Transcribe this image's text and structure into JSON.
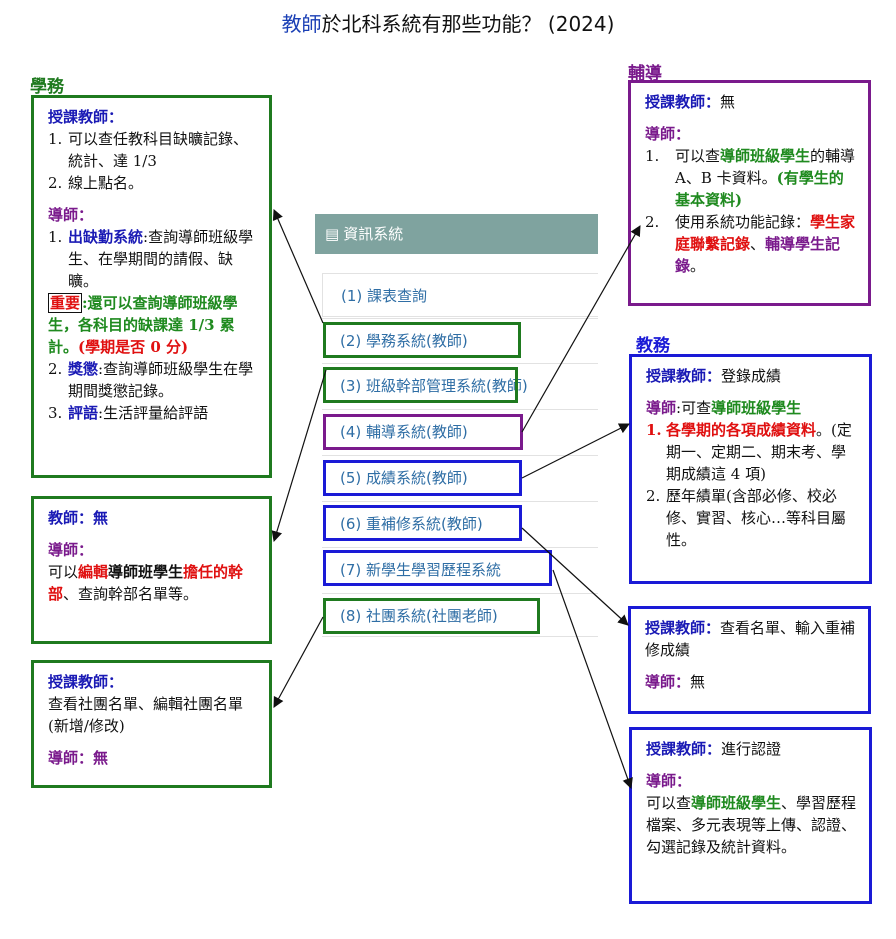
{
  "title": {
    "highlight": "教師",
    "rest": "於北科系統有那些功能？ (2024)"
  },
  "sections": {
    "xuewu": "學務",
    "fudao": "輔導",
    "jiaowu": "教務"
  },
  "panel": {
    "header": "資訊系統",
    "items": [
      "(1) 課表查詢",
      "(2) 學務系統(教師)",
      "(3) 班級幹部管理系統(教師)",
      "(4) 輔導系統(教師)",
      "(5) 成績系統(教師)",
      "(6) 重補修系統(教師)",
      "(7) 新學生學習歷程系統",
      "(8) 社團系統(社團老師)"
    ]
  },
  "box_xuewu": {
    "h1": "授課教師：",
    "l1": [
      "1.",
      "可以查任教科目缺曠記錄、統計、達 1/3"
    ],
    "l2": [
      "2.",
      "線上點名。"
    ],
    "h2": "導師：",
    "m1_num": "1.",
    "m1_a": "出缺勤系統",
    "m1_b": ":查詢導師班級學生、在學期間的請假、缺曠。",
    "imp_tag": "重要",
    "imp_a": ":還可以查詢導師班級學生，各科目的缺課達 1/3 累計。",
    "imp_b": "(學期是否 0 分)",
    "m2_num": "2.",
    "m2_a": "獎懲",
    "m2_b": ":查詢導師班級學生在學期間獎懲記錄。",
    "m3_num": "3.",
    "m3_a": "評語",
    "m3_b": ":生活評量給評語"
  },
  "box_cadre": {
    "h1": "教師：無",
    "h2": "導師：",
    "t1": "可以",
    "t2": "編輯",
    "t3": "導師班學生",
    "t4": "擔任的幹部",
    "t5": "、查詢幹部名單等。"
  },
  "box_club": {
    "h1": "授課教師：",
    "body": "查看社團名單、編輯社團名單(新增/修改)",
    "h2": "導師：無"
  },
  "box_fudao": {
    "h1a": "授課教師：",
    "h1b": "無",
    "h2": "導師：",
    "l1_num": "1.",
    "l1_a": "可以查",
    "l1_b": "導師班級學生",
    "l1_c": "的輔導 A、B 卡資料。",
    "l1_d": "(有學生的基本資料)",
    "l2_num": "2.",
    "l2_a": "使用系統功能記錄：",
    "l2_b": "學生家庭聯繫記錄",
    "l2_c": "、",
    "l2_d": "輔導學生記錄",
    "l2_e": "。"
  },
  "box_grade": {
    "h1a": "授課教師：",
    "h1b": "登錄成績",
    "h2a": "導師",
    "h2b": ":可查",
    "h2c": "導師班級學生",
    "l1_num": "1.",
    "l1_a": "各學期的各項成績資料",
    "l1_b": "。(定期一、定期二、期末考、學期成績這 4 項)",
    "l2_num": "2.",
    "l2_a": "歷年績單(含部必修、校必修、實習、核心…等科目屬性。"
  },
  "box_makeup": {
    "h1a": "授課教師：",
    "h1b": "查看名單、輸入重補修成績",
    "h2a": "導師：",
    "h2b": "無"
  },
  "box_portfolio": {
    "h1a": "授課教師：",
    "h1b": "進行認證",
    "h2": "導師：",
    "t1": "可以查",
    "t2": "導師班級學生",
    "t3": "、學習歷程檔案、多元表現等上傳、認證、勾選記錄及統計資料。"
  },
  "colors": {
    "green": "#1f7a1f",
    "purple": "#7a1a8c",
    "blue": "#1a1ad6",
    "red": "#e01010",
    "panel": "#7fa39f",
    "link": "#2f6ea5"
  }
}
